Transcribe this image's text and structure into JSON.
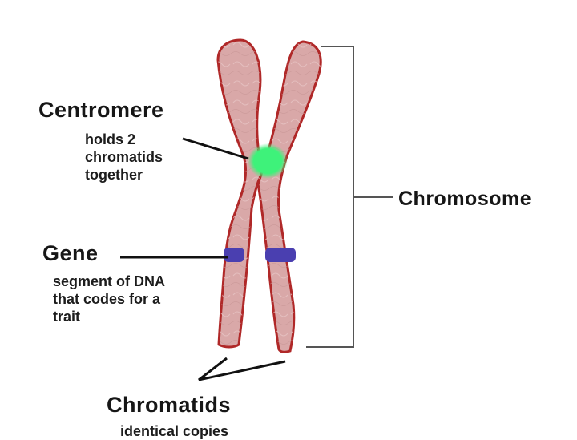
{
  "labels": {
    "centromere": {
      "title": "Centromere",
      "description": [
        "holds 2",
        "chromatids",
        "together"
      ]
    },
    "gene": {
      "title": "Gene",
      "description": [
        "segment of DNA",
        "that codes for a",
        "trait"
      ]
    },
    "chromosome": {
      "title": "Chromosome"
    },
    "chromatids": {
      "title": "Chromatids",
      "description": "identical copies"
    }
  },
  "colors": {
    "chromatid_fill": "#d9a8a8",
    "chromatid_outline": "#b02828",
    "centromere": "#3ef27a",
    "gene_band": "#4a3fb0",
    "bracket": "#555555",
    "leader_line": "#111111"
  },
  "icons": {
    "centromere": "green-dot",
    "gene": "blue-band"
  }
}
